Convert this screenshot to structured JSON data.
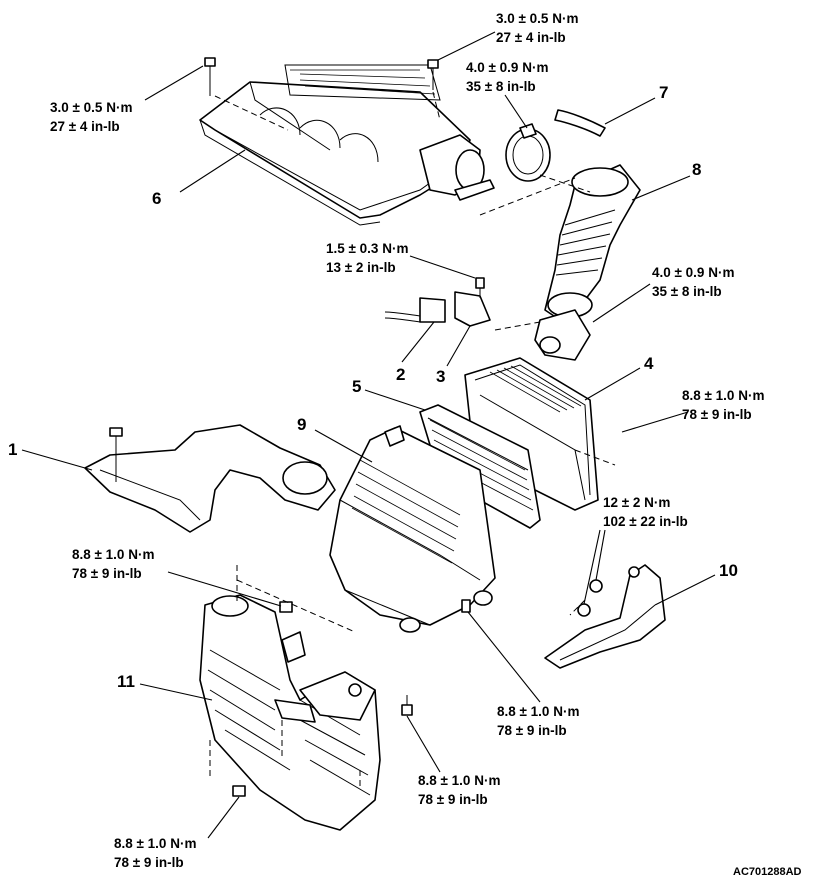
{
  "figure": {
    "code": "AC701288AD",
    "part_numbers": [
      "1",
      "2",
      "3",
      "4",
      "5",
      "6",
      "7",
      "8",
      "9",
      "10",
      "11"
    ],
    "torque_specs": [
      {
        "metric": "3.0 ± 0.5 N·m",
        "imperial": "27 ± 4 in-lb"
      },
      {
        "metric": "3.0 ± 0.5 N·m",
        "imperial": "27 ± 4 in-lb"
      },
      {
        "metric": "4.0 ± 0.9 N·m",
        "imperial": "35 ± 8 in-lb"
      },
      {
        "metric": "1.5 ± 0.3 N·m",
        "imperial": "13 ± 2 in-lb"
      },
      {
        "metric": "4.0 ± 0.9 N·m",
        "imperial": "35 ± 8 in-lb"
      },
      {
        "metric": "8.8 ± 1.0 N·m",
        "imperial": "78 ± 9 in-lb"
      },
      {
        "metric": "12 ± 2 N·m",
        "imperial": "102 ± 22 in-lb"
      },
      {
        "metric": "8.8 ± 1.0 N·m",
        "imperial": "78 ± 9 in-lb"
      },
      {
        "metric": "8.8 ± 1.0 N·m",
        "imperial": "78 ± 9 in-lb"
      },
      {
        "metric": "8.8 ± 1.0 N·m",
        "imperial": "78 ± 9 in-lb"
      },
      {
        "metric": "8.8 ± 1.0 N·m",
        "imperial": "78 ± 9 in-lb"
      }
    ]
  }
}
